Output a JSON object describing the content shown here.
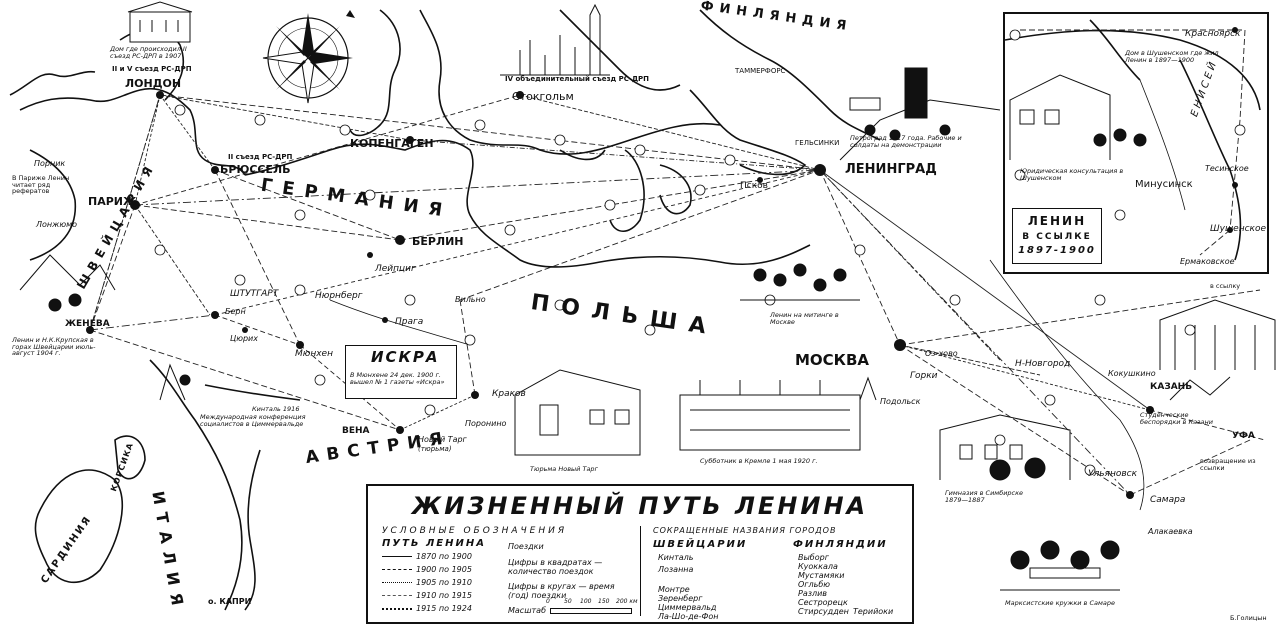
{
  "title": "ЖИЗНЕННЫЙ ПУТЬ ЛЕНИНА",
  "countries": {
    "finland": "ФИНЛЯНДИЯ",
    "germany": "ГЕРМАНИЯ",
    "poland": "ПОЛЬША",
    "austria": "АВСТРИЯ",
    "italy": "ИТАЛИЯ",
    "switzerland": "ШВЕЙЦАРИЯ",
    "sardinia": "САРДИНИЯ",
    "corsica": "КОРСИКА"
  },
  "cities": {
    "london": "ЛОНДОН",
    "paris": "ПАРИЖ",
    "brussels": "БРЮССЕЛЬ",
    "copenhagen": "КОПЕНГАГЕН",
    "stockholm": "Стокгольм",
    "tammerfors": "ТАММЕРФОРС",
    "helsinki": "ГЕЛЬСИНКИ",
    "leningrad": "ЛЕНИНГРАД",
    "pskov": "Псков",
    "berlin": "БЕРЛИН",
    "leipzig": "Лейпциг",
    "nuremberg": "Нюрнберг",
    "stuttgart": "ШТУТГАРТ",
    "prague": "Прага",
    "munich": "Мюнхен",
    "zurich": "Цюрих",
    "bern": "Берн",
    "geneva": "ЖЕНЕВА",
    "vienna": "ВЕНА",
    "krakow": "Краков",
    "poronino": "Поронино",
    "novy_targ": "Новый Тарг",
    "novy_targ_note": "(тюрьма)",
    "vilno": "Вильно",
    "moscow": "МОСКВА",
    "gorki": "Горки",
    "podolsk": "Подольск",
    "ozerki": "Оз-хово",
    "n_novgorod": "Н-Новгород",
    "kazan": "КАЗАНЬ",
    "kokushkino": "Кокушкино",
    "ufa": "УФА",
    "simbirsk": "Ульяновск",
    "samara": "Самара",
    "alakaevka": "Алакаевка",
    "capri": "о. КАПРИ",
    "pornic": "Порник",
    "lonjumeau": "Лонжюмо",
    "krasnoyarsk": "Красноярск",
    "minusinsk": "Минусинск",
    "shushenskoe": "Шушенское",
    "tesinskoe": "Тесинское",
    "ermakovskoe": "Ермаковское",
    "yenisei": "ЕНИСЕЙ"
  },
  "captions": {
    "london_congress": "II и V съезд РС-ДРП",
    "london_house": "Дом где происходил II съезд РС-ДРП в 1907",
    "stockholm_congress": "IV объединительный съезд РС-ДРП",
    "brussels_congress": "II съезд РС-ДРП",
    "paris_lectures": "В Париже Ленин читает ряд рефератов",
    "lenin_geneva": "Ленин и Н.К.Крупская в горах Швейцарии июль-август 1904 г.",
    "kienthal": "Кинталь 1916",
    "zimmerwald": "Международная конференция социалистов в Циммервальде",
    "petrograd_1917": "Петроград 1917 года. Рабочие и солдаты на демонстрации",
    "lenin_speech": "Ленин на митинге в Москве",
    "subbotnik": "Субботник в Кремле 1 мая 1920 г.",
    "prison": "Тюрьма Новый Тарг",
    "gymnasium": "Гимназия в Симбирске 1879—1887",
    "marxist_circles": "Марксистские кружки в Самаре",
    "student_riots": "Студенческие беспорядки в Казани",
    "return_exile": "возвращение из ссылки",
    "to_exile": "в ссылку",
    "shushenskoe_house": "Дом в Шушенском где жил Ленин в 1897—1900",
    "yurid_consult": "Юридическая консультация в Шушенском",
    "iskra_name": "ИСКРА",
    "iskra_note": "В Мюнхене 24 дек. 1900 г. вышел № 1 газеты «Искра»",
    "artist": "Б.Голицын"
  },
  "inset": {
    "line1": "ЛЕНИН",
    "line2": "В ССЫЛКЕ",
    "years": "1897-1900"
  },
  "legend": {
    "header": "УСЛОВНЫЕ ОБОЗНАЧЕНИЯ",
    "path_title": "ПУТЬ ЛЕНИНА",
    "periods": [
      {
        "label": "1870 по 1900"
      },
      {
        "label": "1900 по 1905"
      },
      {
        "label": "1905 по 1910"
      },
      {
        "label": "1910 по 1915"
      },
      {
        "label": "1915 по 1924"
      }
    ],
    "symbols": [
      "Поездки",
      "Цифры в квадратах — количество поездок",
      "Цифры в кругах — время (год) поездки"
    ],
    "scale_label": "Масштаб",
    "scale_ticks": [
      "0",
      "50",
      "100",
      "150",
      "200 км"
    ],
    "abbrev_header": "СОКРАЩЕННЫЕ НАЗВАНИЯ ГОРОДОВ",
    "swiss_title": "ШВЕЙЦАРИИ",
    "finland_title": "ФИНЛЯНДИИ",
    "swiss_cities": [
      "Кинталь",
      "Лозанна",
      "",
      "Монтре",
      "Зеренберг",
      "Циммервальд",
      "Ла-Шо-де-Фон"
    ],
    "finland_cities": [
      "Выборг",
      "Куоккала",
      "Мустамяки",
      "Огльбю",
      "Разлив",
      "Сестрорецк",
      "Стирсудден",
      "Терийоки"
    ]
  },
  "colors": {
    "ink": "#111111",
    "paper": "#ffffff",
    "line": "#222222"
  },
  "icons": [
    "compass-rose-icon"
  ]
}
